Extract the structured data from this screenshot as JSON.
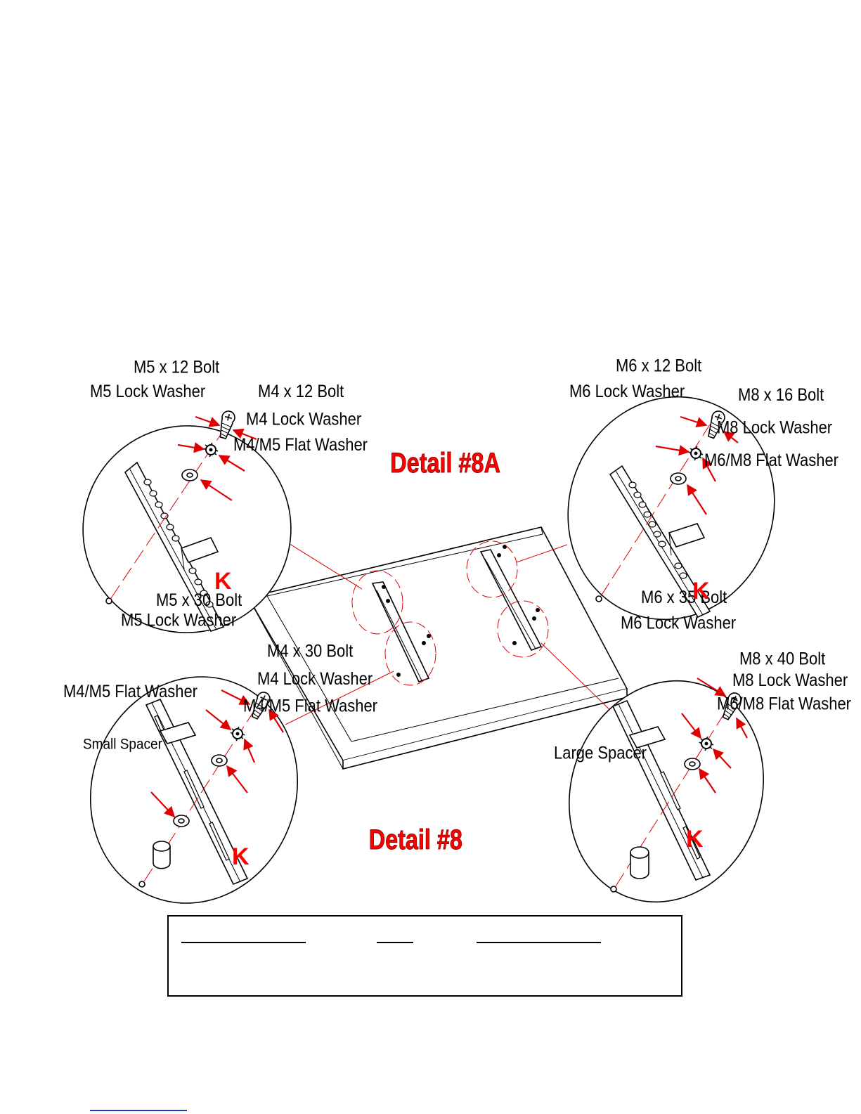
{
  "detail_titles": {
    "detail_8a": "Detail #8A",
    "detail_8": "Detail #8"
  },
  "part_marker": "K",
  "top_left_callouts": {
    "m5x12_bolt": "M5 x 12 Bolt",
    "m4x12_bolt": "M4 x 12 Bolt",
    "m5_lock_washer": "M5 Lock Washer",
    "m4_lock_washer": "M4 Lock Washer",
    "m4m5_flat_washer": "M4/M5 Flat Washer"
  },
  "top_right_callouts": {
    "m6x12_bolt": "M6 x 12 Bolt",
    "m8x16_bolt": "M8 x 16 Bolt",
    "m6_lock_washer": "M6 Lock Washer",
    "m8_lock_washer": "M8 Lock Washer",
    "m6m8_flat_washer": "M6/M8 Flat Washer"
  },
  "bottom_left_callouts": {
    "m5x30_bolt": "M5 x 30 Bolt",
    "m5_lock_washer": "M5 Lock Washer",
    "m4x30_bolt": "M4 x 30 Bolt",
    "m4_lock_washer": "M4 Lock Washer",
    "m4m5_flat_washer_left": "M4/M5 Flat Washer",
    "m4m5_flat_washer_right": "M4/M5 Flat Washer",
    "small_spacer": "Small Spacer"
  },
  "bottom_right_callouts": {
    "m6x35_bolt": "M6 x 35 Bolt",
    "m6_lock_washer": "M6 Lock Washer",
    "m8x40_bolt": "M8 x 40 Bolt",
    "m8_lock_washer": "M8 Lock Washer",
    "m6m8_flat_washer": "M6/M8 Flat Washer",
    "large_spacer": "Large Spacer"
  },
  "colors": {
    "callout_arrow": "#e00000",
    "detail_title": "#ff0000",
    "line_art": "#000000"
  }
}
